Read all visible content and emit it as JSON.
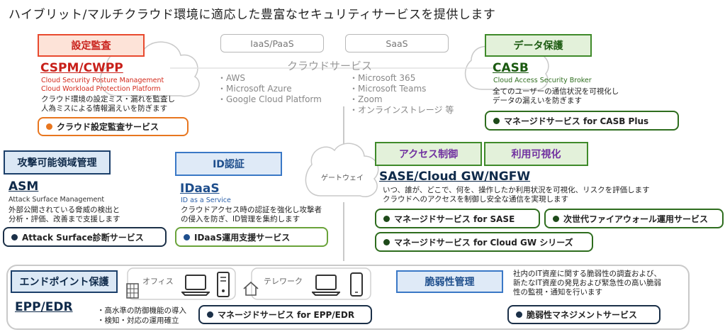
{
  "title": "ハイブリット/マルチクラウド環境に適応した豊富なセキュリティサービスを提供します",
  "cloud": {
    "iaas_label": "IaaS/PaaS",
    "saas_label": "SaaS",
    "cloud_services_label": "クラウドサービス",
    "iaas_list": [
      "・AWS",
      "・Microsoft Azure",
      "・Google Cloud Platform"
    ],
    "saas_list": [
      "・Microsoft 365",
      "・Microsoft Teams",
      "・Zoom",
      "・オンラインストレージ 等"
    ],
    "gateway_label": "ゲートウェイ"
  },
  "settings_audit": {
    "category": "設定監査",
    "service": "CSPM/CWPP",
    "sub1": "Cloud Security Posture Management",
    "sub2": "Cloud Workload Protection Platform",
    "desc1": "クラウド環境の設定ミス・漏れを監査し",
    "desc2": "人為ミスによる情報漏えいを防ぎます",
    "offering": "クラウド設定監査サービス"
  },
  "data_protection": {
    "category": "データ保護",
    "service": "CASB",
    "sub": "Cloud Access Security Broker",
    "desc1": "全てのユーザーの通信状況を可視化し",
    "desc2": "データの漏えいを防ぎます",
    "offering": "マネージドサービス for CASB Plus"
  },
  "attack_surface": {
    "category": "攻撃可能領域管理",
    "service": "ASM",
    "sub": "Attack Surface Management",
    "desc1": "外部公開されている脅威の検出と",
    "desc2": "分析・評価、改善まで支援します",
    "offering": "Attack Surface診断サービス"
  },
  "id_auth": {
    "category": "ID認証",
    "service": "IDaaS",
    "sub": "ID as a Service",
    "desc1": "クラウドアクセス時の認証を強化し攻撃者",
    "desc2": "の侵入を防ぎ、ID管理を集約します",
    "offering": "IDaaS運用支援サービス"
  },
  "sase": {
    "category1": "アクセス制御",
    "category2": "利用可視化",
    "service": "SASE/Cloud GW/NGFW",
    "desc1": "いつ、誰が、どこで、何を、操作したか利用状況を可視化、リスクを評価します",
    "desc2": "クラウドへのアクセスを制御し安全な通信を実現します",
    "offering1": "マネージドサービス for SASE",
    "offering2": "次世代ファイアウォール運用サービス",
    "offering3": "マネージドサービス for Cloud GW シリーズ"
  },
  "endpoint": {
    "category": "エンドポイント保護",
    "service": "EPP/EDR",
    "office_label": "オフィス",
    "telework_label": "テレワーク",
    "desc1": "・高水準の防御機能の導入",
    "desc2": "・検知・対応の運用確立",
    "offering": "マネージドサービス for EPP/EDR"
  },
  "vulnerability": {
    "category": "脆弱性管理",
    "desc1": "社内のIT資産に関する脆弱性の調査および、",
    "desc2": "新たなIT資産の発見および緊急性の高い脆弱",
    "desc3": "性の監視・通知を行います",
    "offering": "脆弱性マネジメントサービス"
  },
  "colors": {
    "red": "#c8201a",
    "green": "#1b5a10",
    "navy": "#0f2a4a",
    "blue": "#1e4e8c",
    "purple": "#7030a0",
    "orange": "#e8761f"
  }
}
